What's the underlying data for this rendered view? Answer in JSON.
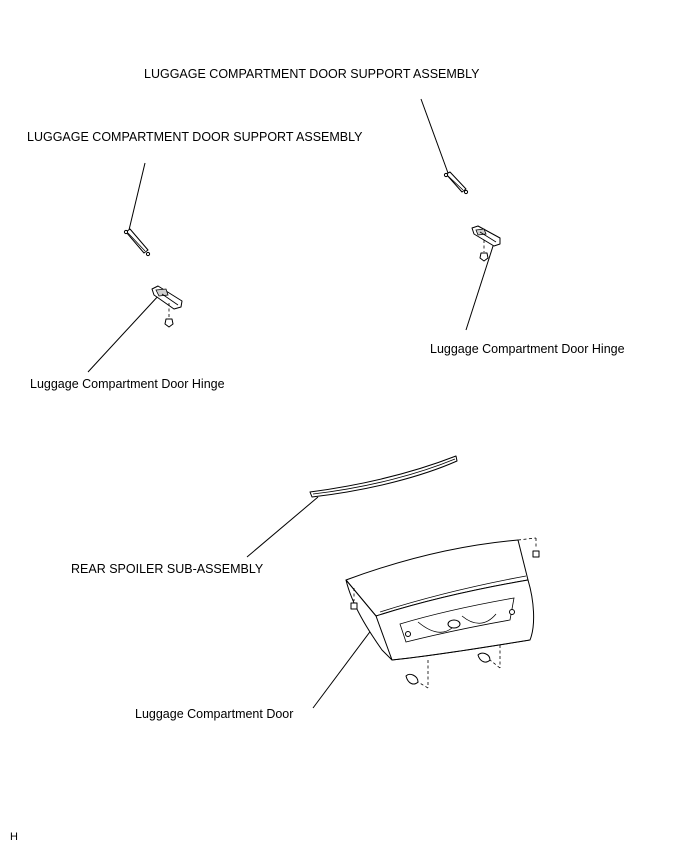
{
  "labels": {
    "support_right": "LUGGAGE COMPARTMENT DOOR SUPPORT ASSEMBLY",
    "support_left": "LUGGAGE COMPARTMENT DOOR SUPPORT ASSEMBLY",
    "hinge_right": "Luggage Compartment Door Hinge",
    "hinge_left": "Luggage Compartment Door Hinge",
    "spoiler": "REAR SPOILER SUB-ASSEMBLY",
    "door": "Luggage Compartment Door",
    "corner_code": "H"
  }
}
